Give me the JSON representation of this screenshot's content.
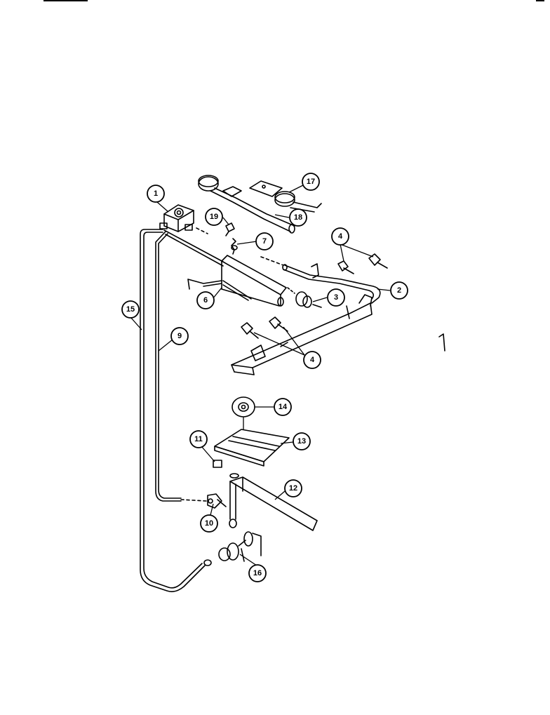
{
  "callouts": {
    "c1": "1",
    "c2": "2",
    "c3": "3",
    "c4a": "4",
    "c4b": "4",
    "c6": "6",
    "c7": "7",
    "c9": "9",
    "c10": "10",
    "c11": "11",
    "c12": "12",
    "c13": "13",
    "c14": "14",
    "c15": "15",
    "c16": "16",
    "c17": "17",
    "c18": "18",
    "c19": "19"
  }
}
